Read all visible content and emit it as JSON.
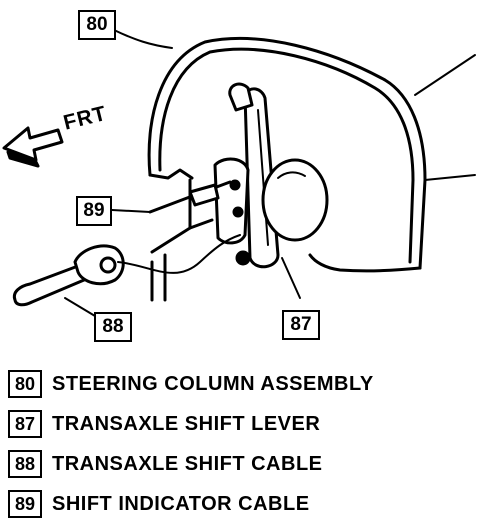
{
  "diagram": {
    "direction_label": "FRT",
    "callouts": {
      "c80": "80",
      "c89": "89",
      "c88": "88",
      "c87": "87"
    }
  },
  "legend": [
    {
      "num": "80",
      "text": "STEERING COLUMN ASSEMBLY"
    },
    {
      "num": "87",
      "text": "TRANSAXLE SHIFT LEVER"
    },
    {
      "num": "88",
      "text": "TRANSAXLE SHIFT CABLE"
    },
    {
      "num": "89",
      "text": "SHIFT INDICATOR CABLE"
    }
  ]
}
